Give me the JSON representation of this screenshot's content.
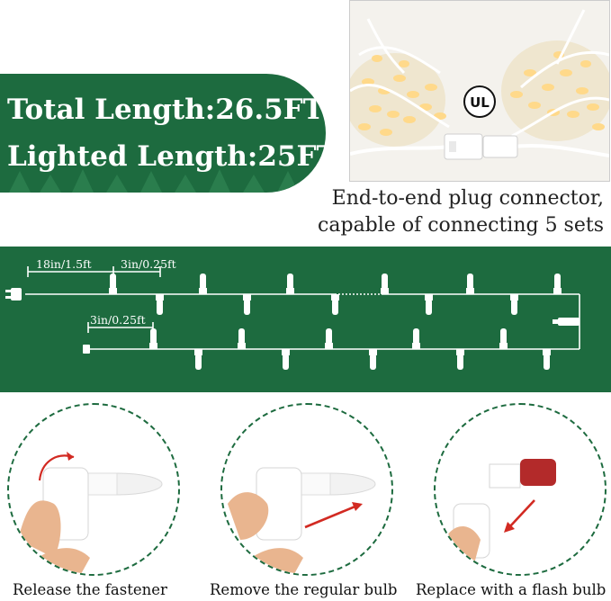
{
  "banner": {
    "total_length": "Total Length:26.5FT",
    "lighted_length": "Lighted Length:25FT"
  },
  "photo": {
    "certification_mark": "UL",
    "caption_line1": "End-to-end plug connector,",
    "caption_line2": "capable of connecting 5 sets"
  },
  "diagram": {
    "lead_length": "18in/1.5ft",
    "bulb_spacing_top": "3in/0.25ft",
    "bulb_spacing_bottom": "3in/0.25ft"
  },
  "steps": [
    {
      "label": "Release the fastener"
    },
    {
      "label": "Remove the regular bulb"
    },
    {
      "label": "Replace with a flash bulb"
    }
  ],
  "colors": {
    "brand_green": "#1d6b3f",
    "arrow_red": "#d22a22",
    "wire_white": "#ffffff"
  }
}
